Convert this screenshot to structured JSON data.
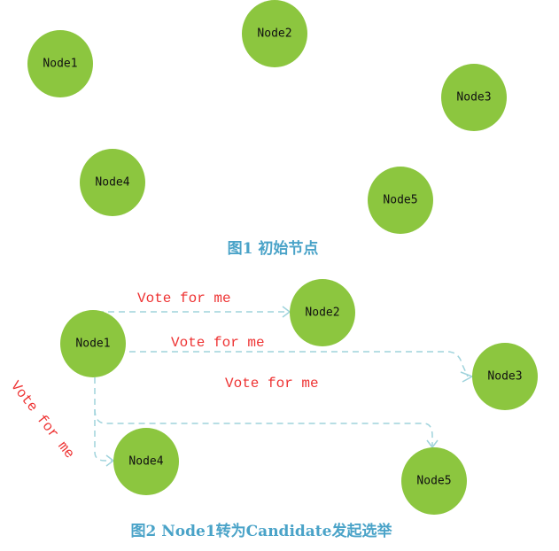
{
  "figure1": {
    "caption": "图1 初始节点",
    "nodes": [
      "Node1",
      "Node2",
      "Node3",
      "Node4",
      "Node5"
    ]
  },
  "figure2": {
    "caption": "图2 Node1转为Candidate发起选举",
    "nodes": [
      "Node1",
      "Node2",
      "Node3",
      "Node4",
      "Node5"
    ],
    "edges": [
      {
        "from": "Node1",
        "to": "Node2",
        "label": "Vote for me"
      },
      {
        "from": "Node1",
        "to": "Node3",
        "label": "Vote for me"
      },
      {
        "from": "Node1",
        "to": "Node5",
        "label": "Vote for me"
      },
      {
        "from": "Node1",
        "to": "Node4",
        "label": "Vote for me"
      }
    ]
  },
  "colors": {
    "node": "#8cc63f",
    "edge": "#9fd3dc",
    "label": "#ee3333",
    "caption": "#4aa3c8"
  }
}
